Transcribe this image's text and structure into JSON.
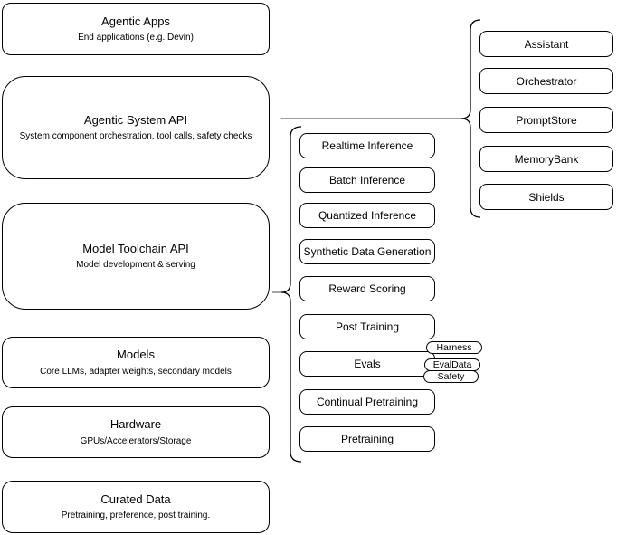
{
  "diagram": {
    "left_stack": [
      {
        "title": "Agentic Apps",
        "subtitle": "End applications (e.g. Devin)"
      },
      {
        "title": "Agentic System API",
        "subtitle": "System component orchestration, tool calls, safety checks"
      },
      {
        "title": "Model Toolchain API",
        "subtitle": "Model development & serving"
      },
      {
        "title": "Models",
        "subtitle": "Core LLMs, adapter weights, secondary models"
      },
      {
        "title": "Hardware",
        "subtitle": "GPUs/Accelerators/Storage"
      },
      {
        "title": "Curated Data",
        "subtitle": "Pretraining, preference, post training."
      }
    ],
    "toolchain_items": [
      "Realtime Inference",
      "Batch Inference",
      "Quantized Inference",
      "Synthetic Data Generation",
      "Reward Scoring",
      "Post Training",
      "Evals",
      "Continual Pretraining",
      "Pretraining"
    ],
    "eval_tags": [
      "Harness",
      "EvalData",
      "Safety"
    ],
    "system_components": [
      "Assistant",
      "Orchestrator",
      "PromptStore",
      "MemoryBank",
      "Shields"
    ],
    "colors": {
      "stroke": "#000000",
      "connector": "#666666",
      "fill": "#ffffff",
      "text": "#000000"
    }
  }
}
